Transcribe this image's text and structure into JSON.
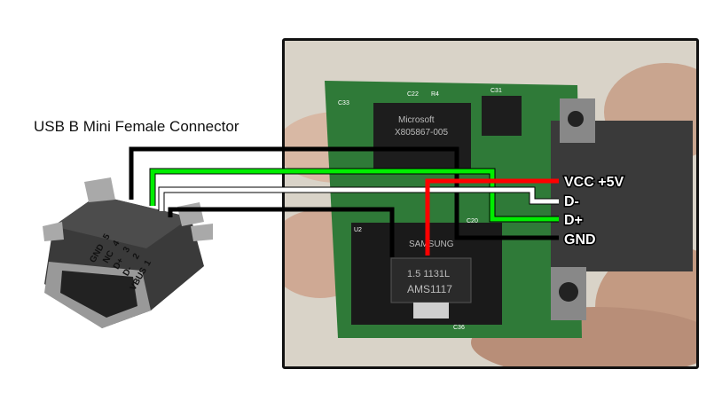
{
  "connector": {
    "title": "USB B Mini Female Connector",
    "pins": [
      {
        "number": "5",
        "name": "GND"
      },
      {
        "number": "4",
        "name": "NC"
      },
      {
        "number": "3",
        "name": "D+"
      },
      {
        "number": "2",
        "name": "D-"
      },
      {
        "number": "1",
        "name": "VBUS"
      }
    ]
  },
  "wires": [
    {
      "label": "VCC +5V",
      "color": "#ff0000"
    },
    {
      "label": "D-",
      "color": "#ffffff"
    },
    {
      "label": "D+",
      "color": "#00ee00"
    },
    {
      "label": "GND",
      "color": "#000000"
    }
  ],
  "board": {
    "regulator_marking_1": "AMS1117",
    "regulator_marking_2": "1.5 1131L",
    "chip_brand": "Microsoft",
    "chip_code": "X805867-005",
    "chip2_brand": "SAMSUNG",
    "cap_labels": [
      "C22",
      "R4",
      "C31",
      "C33",
      "C20",
      "C36",
      "U2"
    ]
  },
  "colors": {
    "pcb": "#2f7a38",
    "black_wire": "#000000",
    "green_wire": "#00ee00",
    "white_wire": "#ffffff",
    "red_wire": "#ff0000"
  }
}
